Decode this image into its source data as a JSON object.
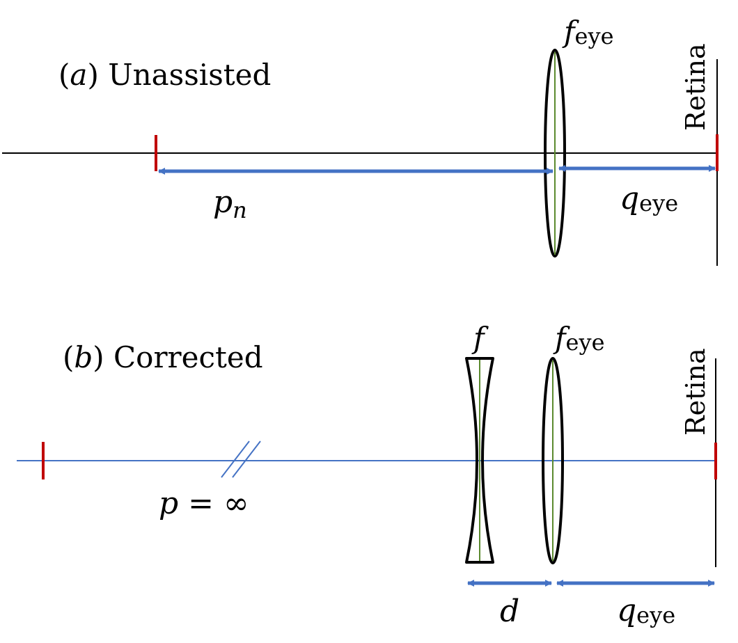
{
  "panel_a": {
    "label_letter": "a",
    "label_text": "Unassisted",
    "lens_symbol": "f",
    "lens_subscript": "eye",
    "retina_label": "Retina",
    "object_distance_symbol": "p",
    "object_distance_subscript": "n",
    "image_distance_symbol": "q",
    "image_distance_subscript": "eye"
  },
  "panel_b": {
    "label_letter": "b",
    "label_text": "Corrected",
    "corrective_lens_symbol": "f",
    "eye_lens_symbol": "f",
    "eye_lens_subscript": "eye",
    "retina_label": "Retina",
    "object_distance_text": "p = ∞",
    "separation_symbol": "d",
    "image_distance_symbol": "q",
    "image_distance_subscript": "eye"
  },
  "colors": {
    "axis_a": "#000000",
    "axis_b": "#4472c4",
    "arrow": "#4472c4",
    "marker": "#c00000",
    "lens_center": "#5b8a2e",
    "lens_outline": "#000000"
  }
}
